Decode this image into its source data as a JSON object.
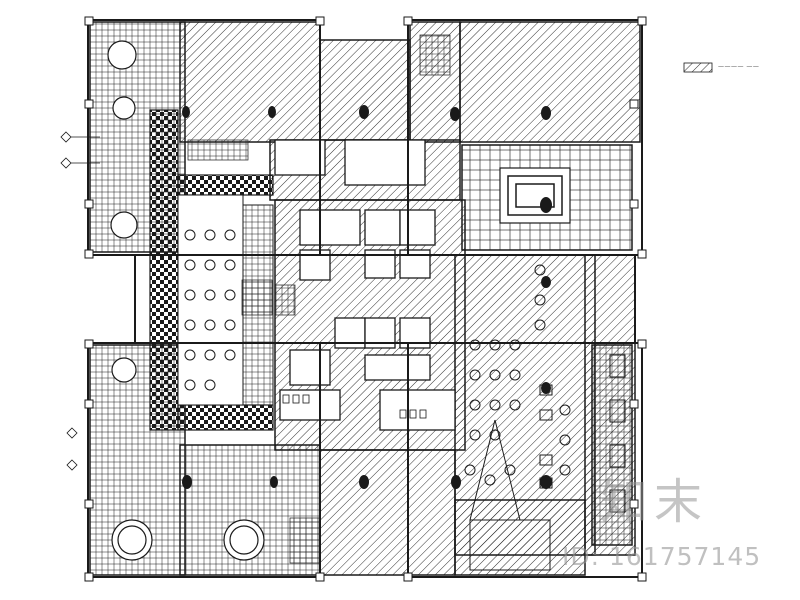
{
  "legend": {
    "swatch_pattern": "diagonal-hatch",
    "label": "———— ——"
  },
  "watermark": {
    "brand": "知末",
    "id_text": "ID: 161757145"
  },
  "colors": {
    "line": "#1a1a1a",
    "background": "#ffffff",
    "watermark": "#9a9a9a"
  },
  "drawing": {
    "type": "architectural-floor-plan",
    "fills": [
      "diagonal-hatch",
      "grid-tile",
      "checker-tile"
    ],
    "symbols": [
      "round-dining-table-icon",
      "square-table-icon",
      "column-icon",
      "stair-icon",
      "elevator-icon",
      "toilet-icon",
      "north-arrow-icon"
    ]
  }
}
